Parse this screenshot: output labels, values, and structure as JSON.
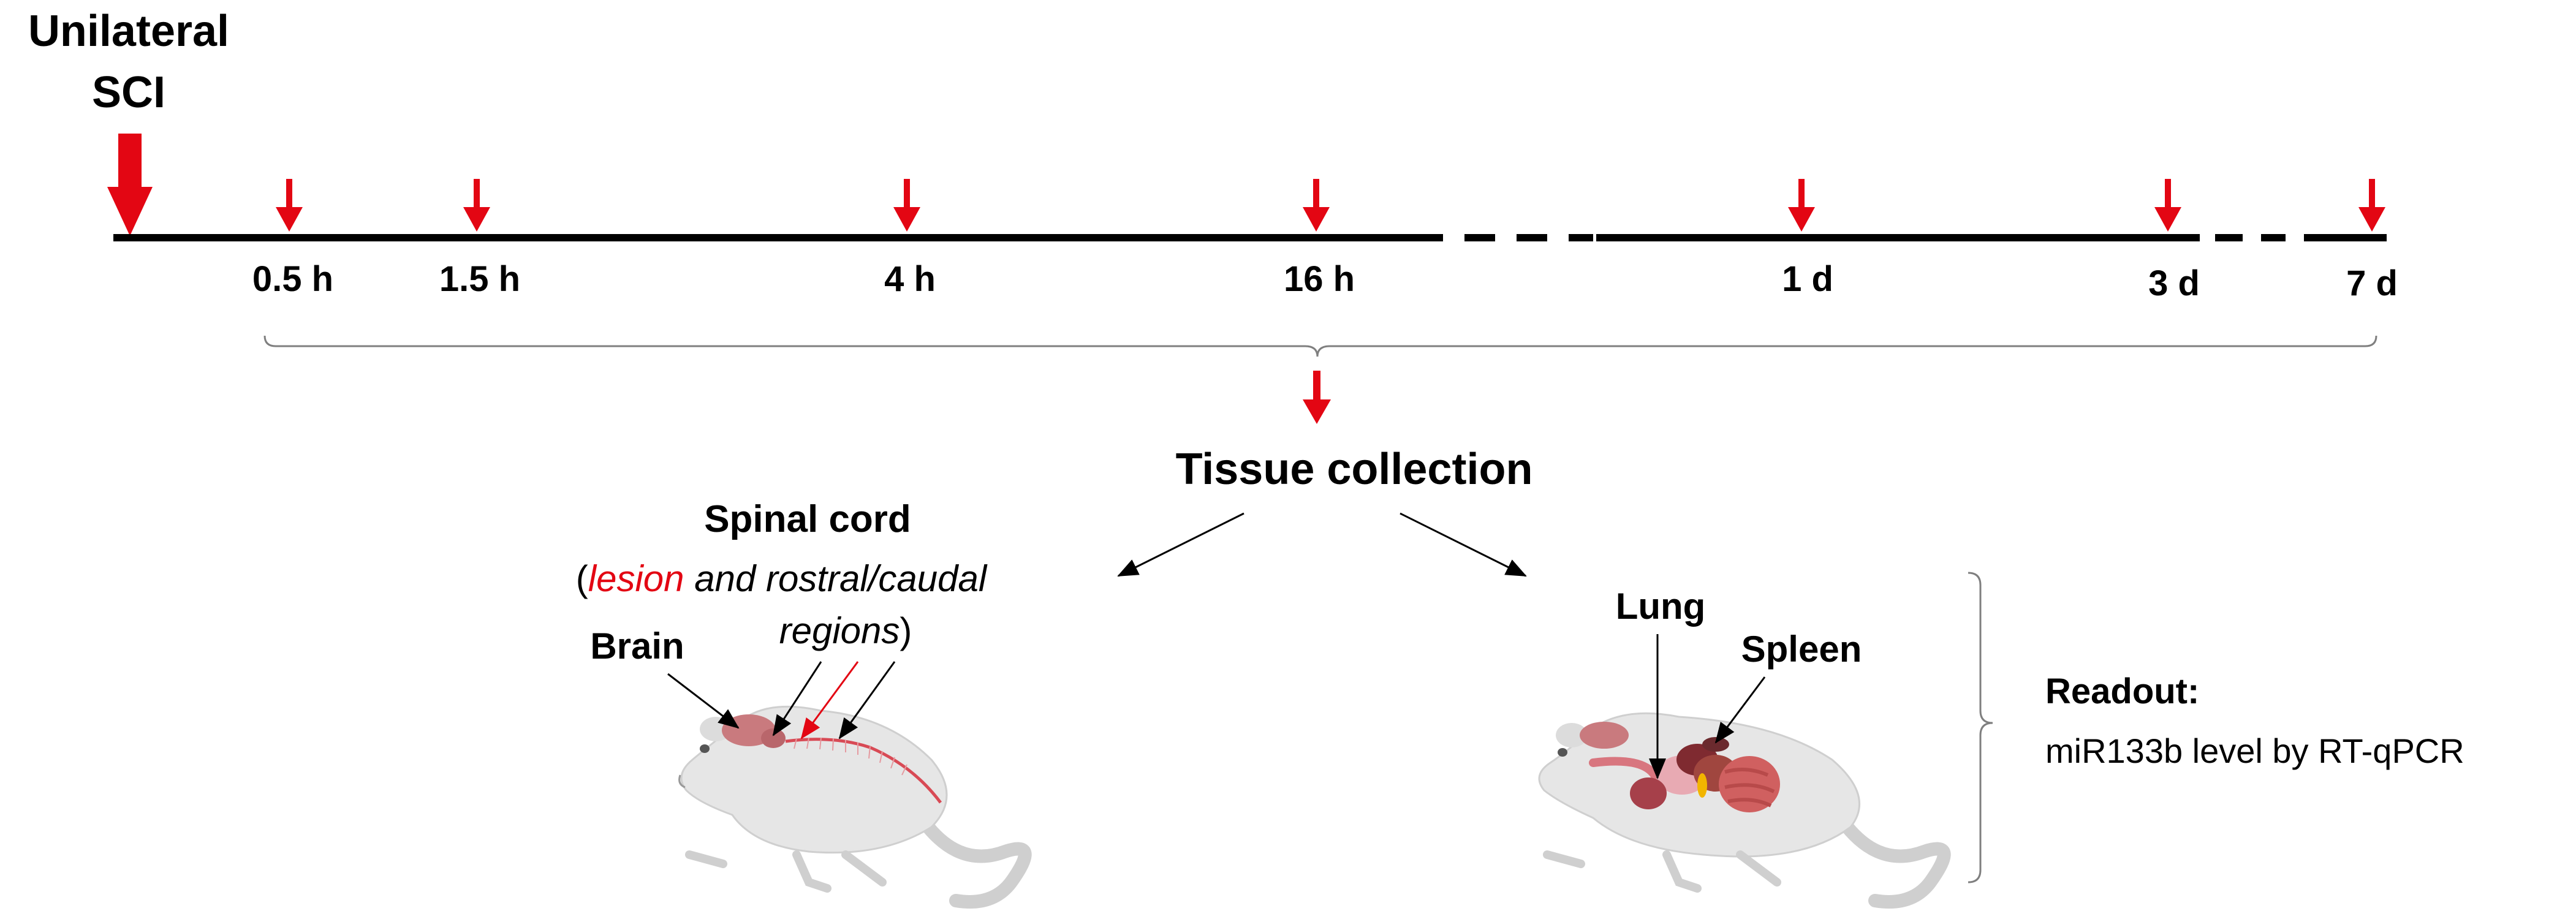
{
  "colors": {
    "arrow_red": "#e30613",
    "line_black": "#000000",
    "bracket_gray": "#7f7f7f"
  },
  "injury": {
    "line1": "Unilateral",
    "line2": "SCI"
  },
  "timepoints": [
    {
      "label": "0.5 h"
    },
    {
      "label": "1.5 h"
    },
    {
      "label": "4 h"
    },
    {
      "label": "16 h"
    },
    {
      "label": "1 d"
    },
    {
      "label": "3 d"
    },
    {
      "label": "7 d"
    }
  ],
  "collection": {
    "title": "Tissue collection"
  },
  "spinal": {
    "title": "Spinal cord",
    "paren_open": "(",
    "lesion": "lesion",
    "and_rostral": " and rostral/caudal",
    "regions": "regions",
    "paren_close": ")"
  },
  "brain": {
    "label": "Brain"
  },
  "lung": {
    "label": "Lung"
  },
  "spleen": {
    "label": "Spleen"
  },
  "readout": {
    "title": "Readout:",
    "text": "miR133b level by RT-qPCR"
  }
}
